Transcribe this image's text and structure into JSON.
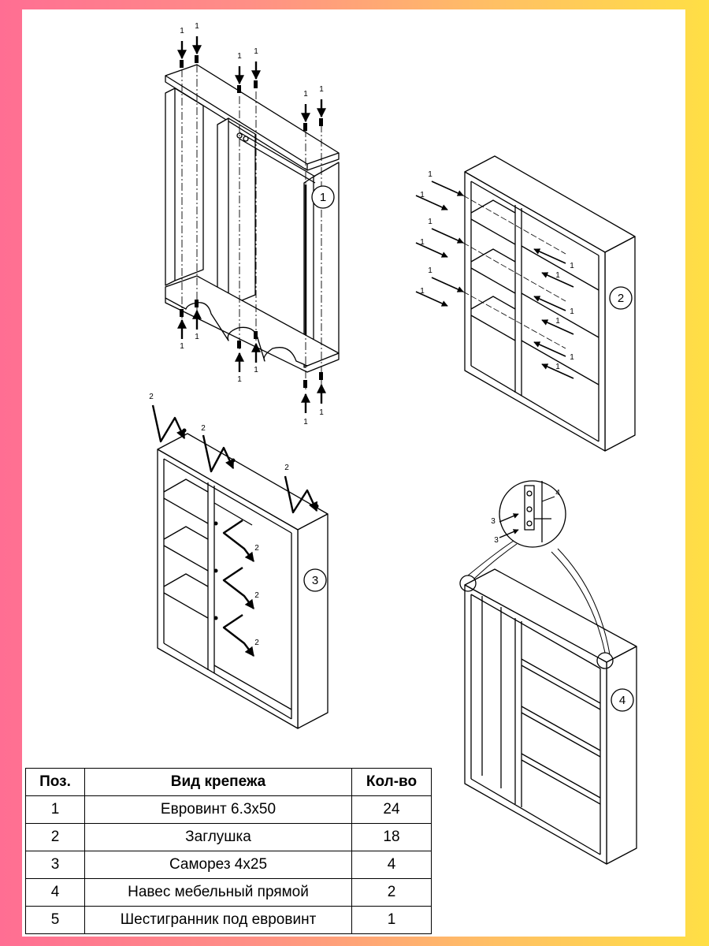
{
  "callouts": {
    "step1": "1",
    "step2": "2",
    "step3": "3",
    "step4": "4"
  },
  "fastener_marks": {
    "euroscrew": "1",
    "cap": "2",
    "screw": "3",
    "hanger": "4"
  },
  "table": {
    "headers": [
      "Поз.",
      "Вид крепежа",
      "Кол-во"
    ],
    "rows": [
      {
        "pos": "1",
        "name": "Евровинт 6.3х50",
        "qty": "24"
      },
      {
        "pos": "2",
        "name": "Заглушка",
        "qty": "18"
      },
      {
        "pos": "3",
        "name": "Саморез 4х25",
        "qty": "4"
      },
      {
        "pos": "4",
        "name": "Навес мебельный прямой",
        "qty": "2"
      },
      {
        "pos": "5",
        "name": "Шестигранник под евровинт",
        "qty": "1"
      }
    ]
  },
  "colors": {
    "line": "#000000",
    "page": "#ffffff",
    "gradient_left": "#ff6e93",
    "gradient_right": "#ffdf45"
  }
}
